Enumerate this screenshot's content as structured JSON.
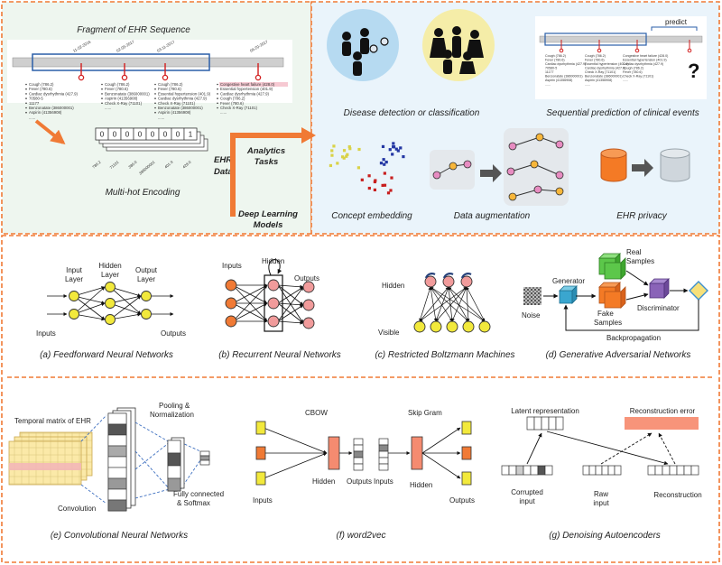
{
  "top_left": {
    "title": "Fragment of EHR Sequence",
    "dates": [
      "11-02-2016",
      "02-05-2017",
      "03-11-2017",
      "06-20-2017"
    ],
    "visit_lists": [
      [
        "Cough (786.2)",
        "Fever (780.6)",
        "Cardiac dysrhythmia (427.9)",
        "70580-5",
        "11177",
        "Benzonatate (386000001)",
        "Aspirin (41356908)",
        "......"
      ],
      [
        "Cough (786.2)",
        "Fever (780.6)",
        "Benzonatate (386000001)",
        "Aspirin (41356908)",
        "Check X-Ray (71101)",
        "......"
      ],
      [
        "Cough (786.2)",
        "Fever (780.6)",
        "Essential hypertension (401.9)",
        "Cardiac dysrhythmia (427.9)",
        "Check X-Ray (71101)",
        "Benzonatate (386000001)",
        "Aspirin (41356908)",
        "......"
      ],
      [
        "Congestive heart failure (428.0)",
        "Essential hypertension (401.9)",
        "Cardiac dysrhythmia (427.9)",
        "Cough (786.2)",
        "Fever (780.6)",
        "Check X-Ray (71101)",
        "......"
      ]
    ],
    "vector_values": [
      "0",
      "0",
      "0",
      "0",
      "0",
      "0",
      "0",
      "1"
    ],
    "vector_codes": [
      "786.2",
      "71101",
      "386.0",
      "386000001",
      "401.9",
      "428.0"
    ],
    "ehr_data_label": [
      "EHR",
      "Data"
    ],
    "multihot_caption": "Multi-hot Encoding"
  },
  "analytics": {
    "label": [
      "Analytics",
      "Tasks"
    ],
    "disease_caption": "Disease detection or classification",
    "sequential_caption": "Sequential prediction of clinical events",
    "predict_label": "predict",
    "question_mark": "?",
    "concept_caption": "Concept embedding",
    "augmentation_caption": "Data augmentation",
    "privacy_caption": "EHR privacy"
  },
  "deep_learning": {
    "label": [
      "Deep Learning",
      "Models"
    ],
    "ffnn": {
      "input_layer": [
        "Input",
        "Layer"
      ],
      "hidden_layer": [
        "Hidden",
        "Layer"
      ],
      "output_layer": [
        "Output",
        "Layer"
      ],
      "inputs": "Inputs",
      "outputs": "Outputs",
      "caption": "(a) Feedforward Neural Networks"
    },
    "rnn": {
      "inputs": "Inputs",
      "hidden": "Hidden",
      "outputs": "Outputs",
      "caption": "(b) Recurrent Neural Networks"
    },
    "rbm": {
      "hidden": "Hidden",
      "visible": "Visible",
      "caption": "(c) Restricted Boltzmann Machines"
    },
    "gan": {
      "real_samples": [
        "Real",
        "Samples"
      ],
      "generator": "Generator",
      "noise": "Noise",
      "fake_samples": [
        "Fake",
        "Samples"
      ],
      "discriminator": "Discriminator",
      "backprop": "Backpropagation",
      "caption": "(d) Generative Adversarial Networks"
    },
    "cnn": {
      "temporal": "Temporal matrix of EHR",
      "pooling": [
        "Pooling &",
        "Normalization"
      ],
      "convolution": "Convolution",
      "fully_connected": [
        "Fully connected",
        "& Softmax"
      ],
      "caption": "(e) Convolutional Neural Networks"
    },
    "w2v": {
      "cbow": "CBOW",
      "skipgram": "Skip Gram",
      "inputs": "Inputs",
      "hidden": "Hidden",
      "outputs": "Outputs",
      "caption": "(f) word2vec"
    },
    "dae": {
      "latent": "Latent representation",
      "recon_error": "Reconstruction error",
      "corrupted": [
        "Corrupted",
        "input"
      ],
      "raw": [
        "Raw",
        "input"
      ],
      "reconstruction": "Reconstruction",
      "caption": "(g) Denoising Autoencoders"
    }
  },
  "colors": {
    "orange": "#f07a35",
    "panel_green": "#eef6ef",
    "panel_blue": "#eaf4fb",
    "node_yellow": "#f2e93c",
    "node_pink": "#f19b9b",
    "node_navy": "#26417a"
  }
}
